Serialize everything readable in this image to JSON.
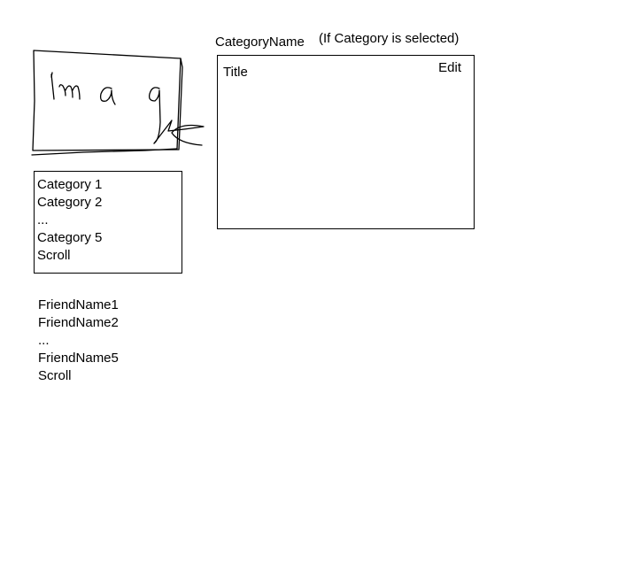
{
  "image_placeholder": {
    "handwritten_text": "Imag"
  },
  "categories": {
    "items": [
      "Category 1",
      "Category 2",
      "...",
      "Category 5",
      "Scroll"
    ]
  },
  "friends": {
    "items": [
      "FriendName1",
      "FriendName2",
      "...",
      "FriendName5",
      "Scroll"
    ]
  },
  "detail": {
    "category_name": "CategoryName",
    "note": "(If Category is selected)",
    "title": "Title",
    "edit_label": "Edit"
  }
}
